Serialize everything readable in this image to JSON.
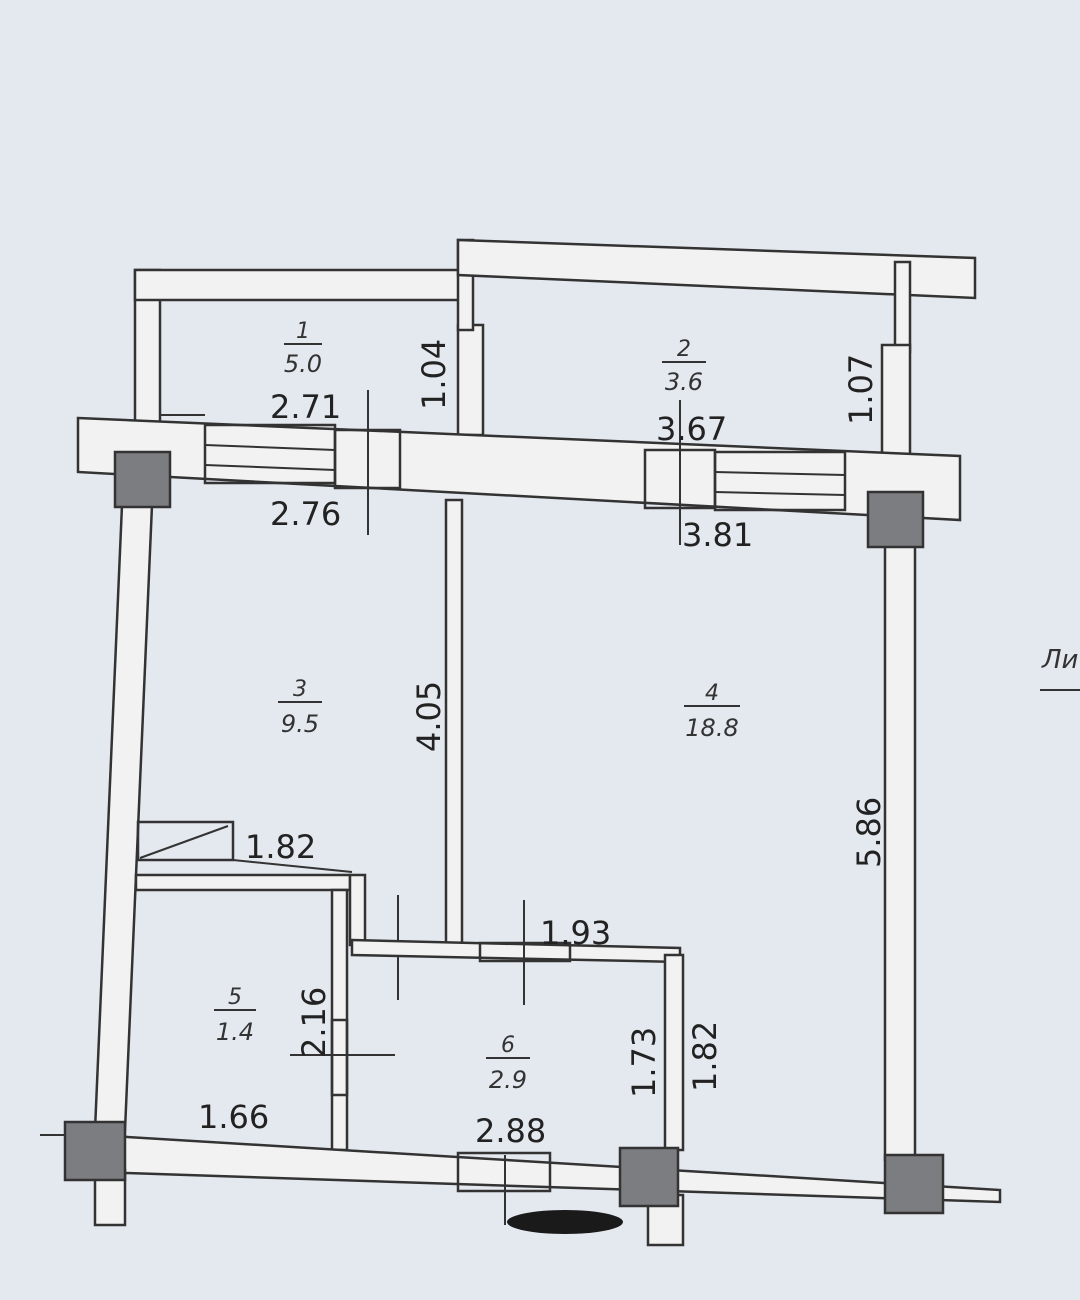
{
  "rooms": [
    {
      "number": "1",
      "area": "5.0"
    },
    {
      "number": "2",
      "area": "3.6"
    },
    {
      "number": "3",
      "area": "9.5"
    },
    {
      "number": "4",
      "area": "18.8"
    },
    {
      "number": "5",
      "area": "1.4"
    },
    {
      "number": "6",
      "area": "2.9"
    }
  ],
  "dimensions": {
    "balcony5_height": "1.04",
    "balcony5_width": "2.71",
    "balcony6_height": "1.07",
    "balcony6_width": "3.67",
    "room3_width": "2.76",
    "room4_width": "3.81",
    "room3_height": "4.05",
    "room4_height": "5.86",
    "niche_width": "1.82",
    "hall_top_width": "1.93",
    "room2_height": "2.16",
    "room2_width": "1.66",
    "hall_height_inner": "1.73",
    "hall_height_outer": "1.82",
    "hall_width": "2.88"
  },
  "side_text": "Ли",
  "colors": {
    "background": "#e4e8ef",
    "wall_fill": "#f2f2f2",
    "column": "#7c7d80",
    "line": "#333333"
  }
}
